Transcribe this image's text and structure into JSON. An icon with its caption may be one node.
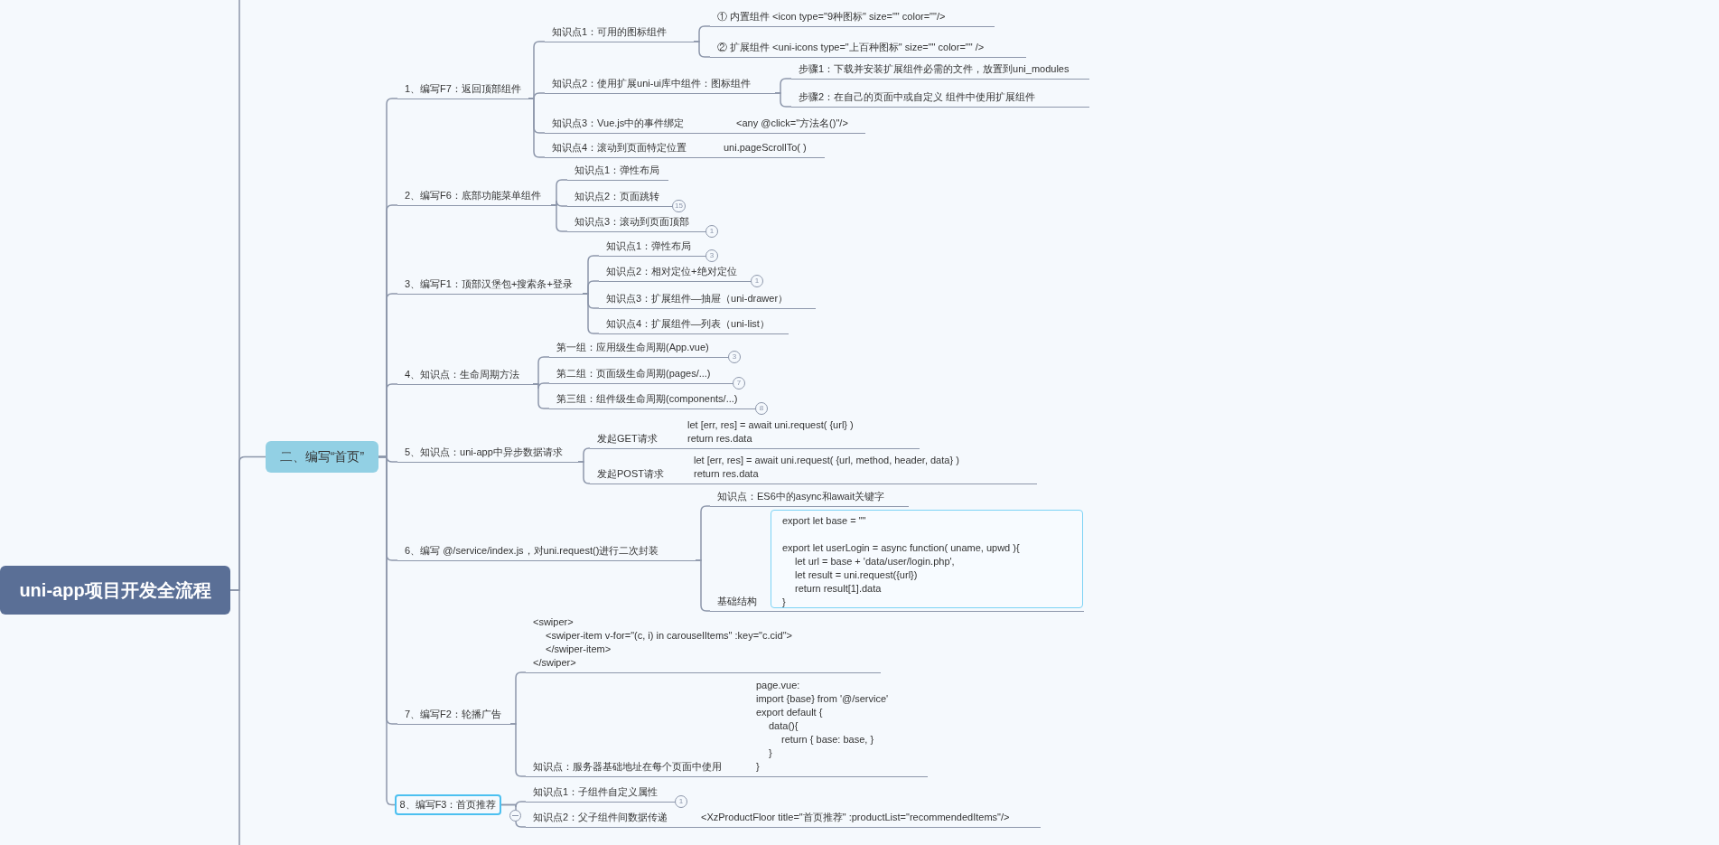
{
  "diagram": {
    "nodes": [
      {
        "text": [
          "uni-app项目开发全流程"
        ]
      },
      {
        "text": [
          "二、编写“首页”"
        ]
      },
      {
        "text": [
          "1、编写F7：返回顶部组件"
        ]
      },
      {
        "text": [
          "知识点1：可用的图标组件"
        ]
      },
      {
        "text": [
          "① 内置组件 <icon type=\"9种图标\" size=\"\" color=\"\"/>"
        ]
      },
      {
        "text": [
          "② 扩展组件 <uni-icons type=\"上百种图标\" size=\"\" color=\"\" />"
        ]
      },
      {
        "text": [
          "知识点2：使用扩展uni-ui库中组件：图标组件"
        ]
      },
      {
        "text": [
          "步骤1：下载并安装扩展组件必需的文件，放置到uni_modules"
        ]
      },
      {
        "text": [
          "步骤2：在自己的页面中或自定义 组件中使用扩展组件"
        ]
      },
      {
        "text": [
          "知识点3：Vue.js中的事件绑定",
          "<any @click=\"方法名()\"/>"
        ]
      },
      {
        "text": [
          "知识点4：滚动到页面特定位置",
          "uni.pageScrollTo( )"
        ]
      },
      {
        "text": [
          "2、编写F6：底部功能菜单组件"
        ]
      },
      {
        "text": [
          "知识点1：弹性布局"
        ]
      },
      {
        "text": [
          "知识点2：页面跳转"
        ],
        "beside": [
          "15"
        ]
      },
      {
        "text": [
          "知识点3：滚动到页面顶部"
        ],
        "beside": [
          "1"
        ]
      },
      {
        "text": [
          "3、编写F1：顶部汉堡包+搜索条+登录"
        ]
      },
      {
        "text": [
          "知识点1：弹性布局"
        ],
        "beside": [
          "3"
        ]
      },
      {
        "text": [
          "知识点2：相对定位+绝对定位"
        ],
        "beside": [
          "1"
        ]
      },
      {
        "text": [
          "知识点3：扩展组件—抽屉（uni-drawer）"
        ]
      },
      {
        "text": [
          "知识点4：扩展组件—列表（uni-list）"
        ]
      },
      {
        "text": [
          "4、知识点：生命周期方法"
        ]
      },
      {
        "text": [
          "第一组：应用级生命周期(App.vue)"
        ],
        "beside": [
          "3"
        ]
      },
      {
        "text": [
          "第二组：页面级生命周期(pages/...)"
        ],
        "beside": [
          "7"
        ]
      },
      {
        "text": [
          "第三组：组件级生命周期(components/...)"
        ],
        "beside": [
          "8"
        ]
      },
      {
        "text": [
          "5、知识点：uni-app中异步数据请求"
        ]
      },
      {
        "text": [
          "发起GET请求",
          "let [err, res] = await uni.request( {url} )",
          "return res.data"
        ]
      },
      {
        "text": [
          "发起POST请求",
          "let [err, res] = await uni.request( {url, method, header, data} )",
          "return res.data"
        ]
      },
      {
        "text": [
          "6、编写 @/service/index.js，对uni.request()进行二次封装"
        ]
      },
      {
        "text": [
          "知识点：ES6中的async和await关键字"
        ]
      },
      {
        "text": [
          "基础结构",
          "export let base = \"\"",
          "export let userLogin = async function( uname, upwd ){",
          "let url = base + 'data/user/login.php',",
          "let result = uni.request({url})",
          "return result[1].data",
          "}"
        ]
      },
      {
        "text": [
          "7、编写F2：轮播广告"
        ]
      },
      {
        "text": [
          "<swiper>",
          "<swiper-item v-for=\"(c, i) in carouselItems\" :key=\"c.cid\">",
          "</swiper-item>",
          "</swiper>"
        ]
      },
      {
        "text": [
          "知识点：服务器基础地址在每个页面中使用",
          "page.vue:",
          "import {base} from '@/service'",
          "export default {",
          "data(){",
          "return { base: base, }",
          "}",
          "}"
        ]
      },
      {
        "text": [
          "8、编写F3：首页推荐"
        ]
      },
      {
        "text": [
          "知识点1：子组件自定义属性"
        ],
        "beside": [
          "1"
        ]
      },
      {
        "text": [
          "知识点2：父子组件间数据传递",
          "<XzProductFloor title=\"首页推荐\" :productList=\"recommendedItems\"/>"
        ]
      }
    ],
    "edges": [
      {
        "from": 0,
        "to": null,
        "arrow": "none"
      },
      {
        "from": 0,
        "to": null,
        "arrow": "none"
      },
      {
        "from": 0,
        "to": 1,
        "arrow": "none"
      },
      {
        "from": 1,
        "to": 2,
        "arrow": "none"
      },
      {
        "from": 2,
        "to": 3,
        "arrow": "none"
      },
      {
        "from": 3,
        "to": 4,
        "arrow": "none"
      },
      {
        "from": 3,
        "to": 5,
        "arrow": "none"
      },
      {
        "from": 2,
        "to": 6,
        "arrow": "none"
      },
      {
        "from": 6,
        "to": 7,
        "arrow": "none"
      },
      {
        "from": 6,
        "to": 8,
        "arrow": "none"
      },
      {
        "from": 2,
        "to": 9,
        "arrow": "none"
      },
      {
        "from": 2,
        "to": 10,
        "arrow": "none"
      },
      {
        "from": 1,
        "to": 11,
        "arrow": "none"
      },
      {
        "from": 11,
        "to": 12,
        "arrow": "none"
      },
      {
        "from": 11,
        "to": 13,
        "arrow": "none"
      },
      {
        "from": 11,
        "to": 14,
        "arrow": "none"
      },
      {
        "from": 1,
        "to": 15,
        "arrow": "none"
      },
      {
        "from": 15,
        "to": 16,
        "arrow": "none"
      },
      {
        "from": 15,
        "to": 17,
        "arrow": "none"
      },
      {
        "from": 15,
        "to": 18,
        "arrow": "none"
      },
      {
        "from": 15,
        "to": 19,
        "arrow": "none"
      },
      {
        "from": 1,
        "to": 20,
        "arrow": "none"
      },
      {
        "from": 20,
        "to": 21,
        "arrow": "none"
      },
      {
        "from": 20,
        "to": 22,
        "arrow": "none"
      },
      {
        "from": 20,
        "to": 23,
        "arrow": "none"
      },
      {
        "from": 1,
        "to": 24,
        "arrow": "none"
      },
      {
        "from": 24,
        "to": 25,
        "arrow": "none"
      },
      {
        "from": 24,
        "to": 26,
        "arrow": "none"
      },
      {
        "from": 1,
        "to": 27,
        "arrow": "none"
      },
      {
        "from": 27,
        "to": 28,
        "arrow": "none"
      },
      {
        "from": 27,
        "to": 29,
        "arrow": "none"
      },
      {
        "from": 1,
        "to": 30,
        "arrow": "none"
      },
      {
        "from": 30,
        "to": 31,
        "arrow": "none"
      },
      {
        "from": 30,
        "to": 32,
        "arrow": "none"
      },
      {
        "from": 1,
        "to": 33,
        "arrow": "none"
      },
      {
        "from": 33,
        "to": 34,
        "arrow": "none"
      },
      {
        "from": 33,
        "to": 35,
        "arrow": "none"
      }
    ]
  }
}
